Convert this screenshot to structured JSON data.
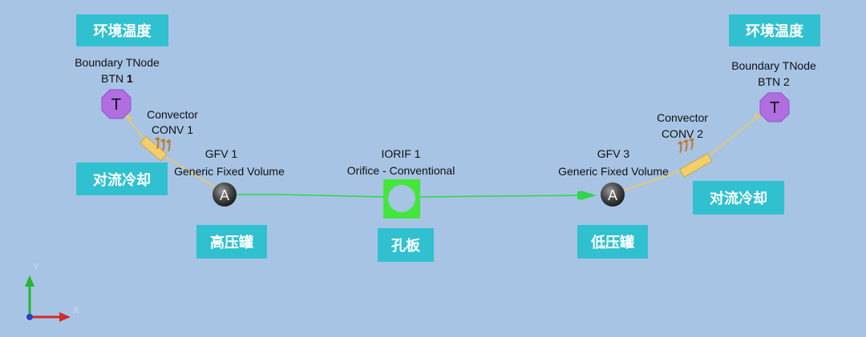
{
  "nodes": {
    "btn1": {
      "icon_letter": "T",
      "name": "Boundary TNode",
      "id_prefix": "BTN",
      "id_num": "1"
    },
    "btn2": {
      "icon_letter": "T",
      "name": "Boundary TNode",
      "id_prefix": "BTN",
      "id_num": "2"
    },
    "gfv1": {
      "icon_letter": "A",
      "id": "GFV 1",
      "type": "Generic Fixed Volume"
    },
    "gfv3": {
      "icon_letter": "A",
      "id": "GFV 3",
      "type": "Generic Fixed Volume"
    },
    "iorif1": {
      "id": "IORIF  1",
      "type": "Orifice - Conventional"
    },
    "conv1": {
      "name": "Convector",
      "id": "CONV  1"
    },
    "conv2": {
      "name": "Convector",
      "id": "CONV  2"
    }
  },
  "callouts": {
    "env_temp_left": "环境温度",
    "env_temp_right": "环境温度",
    "convection_left": "对流冷却",
    "convection_right": "对流冷却",
    "high_tank": "高压罐",
    "orifice": "孔板",
    "low_tank": "低压罐"
  },
  "axes": {
    "y": "Y",
    "x": "X"
  },
  "colors": {
    "background": "#a7c4e4",
    "callout_bg": "#31c0cf",
    "flow_line": "#2fd64a",
    "thermal_link": "#e0c878",
    "tnode": "#b06ee0",
    "volume": "#3a3a3a"
  }
}
